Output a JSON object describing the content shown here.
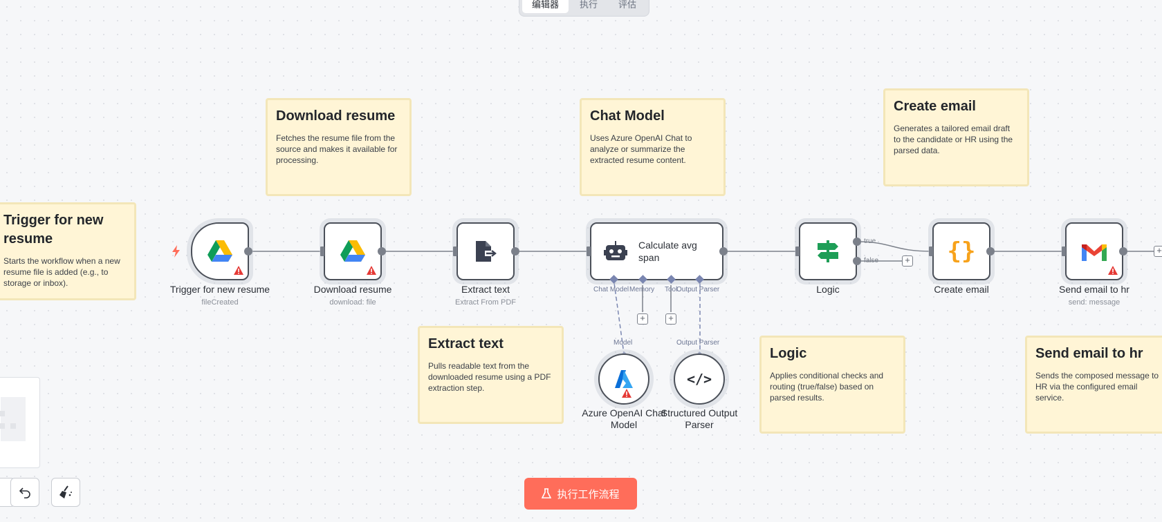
{
  "tabs": [
    {
      "label": "编辑器",
      "active": true
    },
    {
      "label": "执行",
      "active": false
    },
    {
      "label": "评估",
      "active": false
    }
  ],
  "notes": {
    "trigger": {
      "title": "Trigger for new resume",
      "body": "Starts the workflow when a new resume file is added (e.g., to storage or inbox)."
    },
    "download": {
      "title": "Download resume",
      "body": "Fetches the resume file from the source and makes it available for processing."
    },
    "chat": {
      "title": "Chat Model",
      "body": "Uses Azure OpenAI Chat to analyze or summarize the extracted resume content."
    },
    "create": {
      "title": "Create email",
      "body": "Generates a tailored email draft to the candidate or HR using the parsed data."
    },
    "extract": {
      "title": "Extract text",
      "body": "Pulls readable text from the downloaded resume using a PDF extraction step."
    },
    "logic": {
      "title": "Logic",
      "body": "Applies conditional checks and routing (true/false) based on parsed results."
    },
    "send": {
      "title": "Send email to hr",
      "body": "Sends the composed message to HR via the configured email service."
    }
  },
  "nodes": {
    "trigger": {
      "label": "Trigger for new resume",
      "sub": "fileCreated"
    },
    "download": {
      "label": "Download resume",
      "sub": "download: file"
    },
    "extract": {
      "label": "Extract text",
      "sub": "Extract From PDF"
    },
    "agent": {
      "label": "Calculate avg span"
    },
    "logic": {
      "label": "Logic"
    },
    "create": {
      "label": "Create email"
    },
    "send": {
      "label": "Send email to hr",
      "sub": "send: message"
    },
    "azure": {
      "label1": "Azure OpenAI Chat",
      "label2": "Model"
    },
    "parser": {
      "label1": "Structured Output",
      "label2": "Parser"
    }
  },
  "agent_ports": {
    "chat_model": "Chat Model",
    "memory": "Memory",
    "tool": "Tool",
    "output_parser": "Output Parser"
  },
  "sub_ports": {
    "model": "Model",
    "output_parser": "Output Parser"
  },
  "edges": {
    "true_label": "true",
    "false_label": "false"
  },
  "run_button": {
    "label": "执行工作流程"
  },
  "colors": {
    "accent": "#ff6d5a",
    "note_bg": "#fff5d6",
    "warning": "#e53935"
  }
}
